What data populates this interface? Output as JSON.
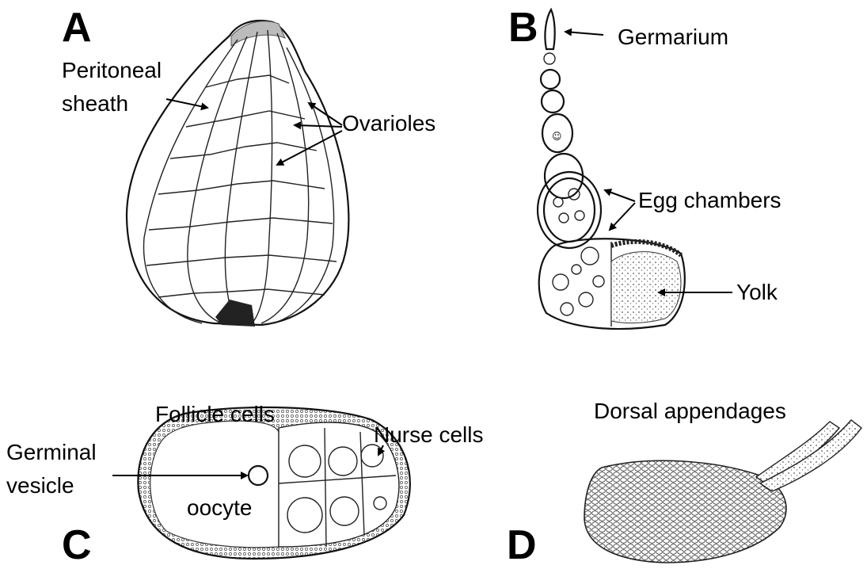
{
  "panels": {
    "a": {
      "letter": "A",
      "peritoneal_line1": "Peritoneal",
      "peritoneal_line2": "sheath",
      "ovarioles": "Ovarioles"
    },
    "b": {
      "letter": "B",
      "germarium": "Germarium",
      "egg_chambers": "Egg chambers",
      "yolk": "Yolk"
    },
    "c": {
      "letter": "C",
      "follicle_cells": "Follicle cells",
      "nurse_cells": "Nurse cells",
      "germinal_line1": "Germinal",
      "germinal_line2": "vesicle",
      "oocyte": "oocyte"
    },
    "d": {
      "letter": "D",
      "dorsal_appendages": "Dorsal appendages"
    }
  }
}
